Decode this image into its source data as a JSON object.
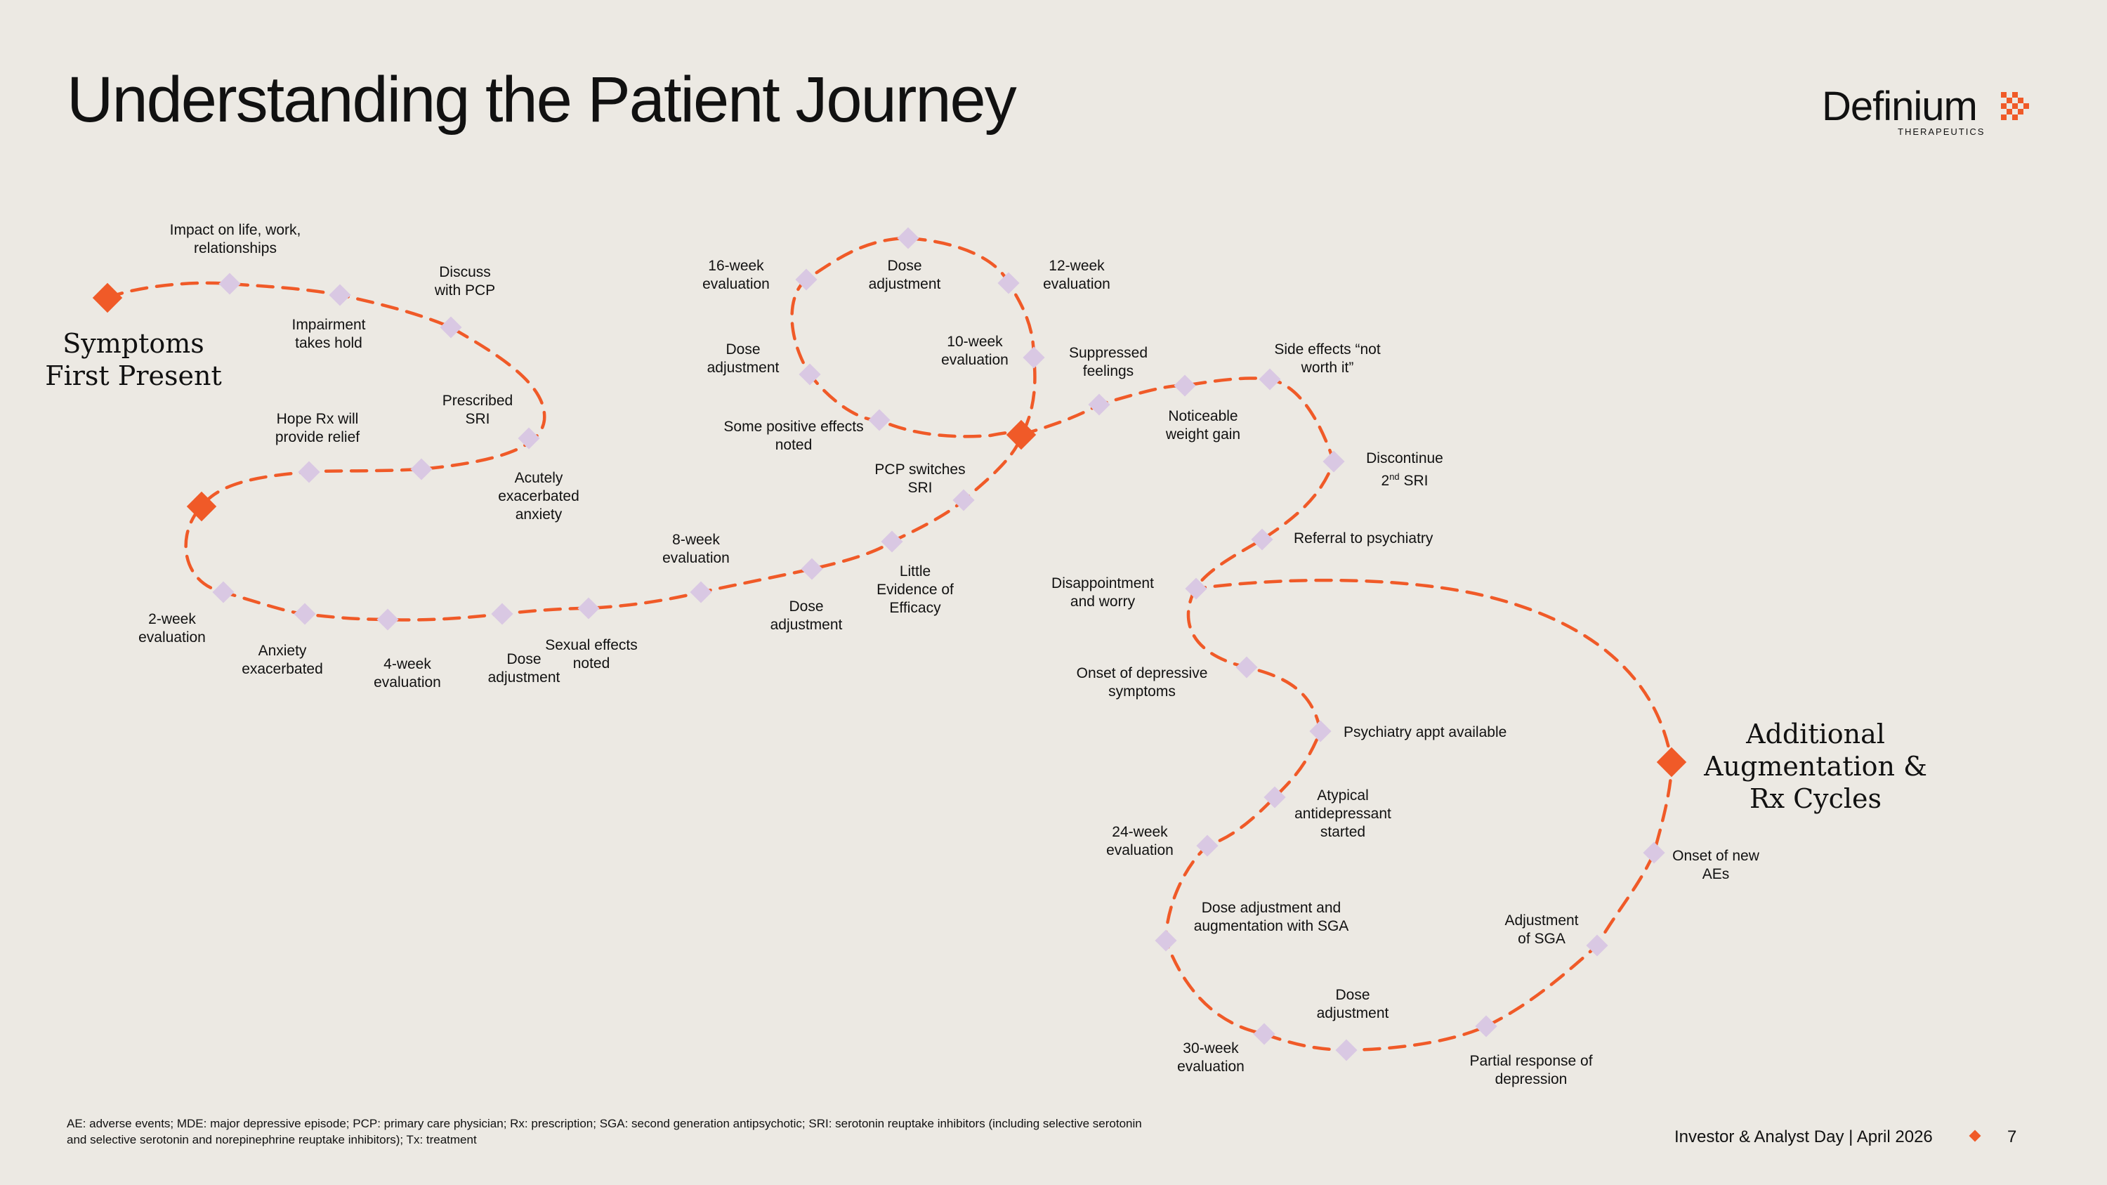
{
  "title": "Understanding the Patient Journey",
  "brand": {
    "name": "Definium",
    "sub": "THERAPEUTICS",
    "accent": "#F05A28"
  },
  "colors": {
    "path": "#F05A28",
    "milestone": "#F05A28",
    "step": "#D9C8E3"
  },
  "milestones": {
    "start": "Symptoms\nFirst Present",
    "end": "Additional\nAugmentation &\nRx Cycles"
  },
  "steps": {
    "impact": "Impact on life, work,\nrelationships",
    "impairment": "Impairment\ntakes hold",
    "discuss_pcp": "Discuss\nwith PCP",
    "prescribed_sri": "Prescribed\nSRI",
    "acutely": "Acutely\nexacerbated\nanxiety",
    "hope_rx": "Hope Rx will\nprovide relief",
    "two_week": "2-week\nevaluation",
    "anxiety_exac": "Anxiety\nexacerbated",
    "four_week": "4-week\nevaluation",
    "dose_adj_1": "Dose\nadjustment",
    "sexual_effects": "Sexual effects\nnoted",
    "eight_week": "8-week\nevaluation",
    "dose_adj_2": "Dose\nadjustment",
    "little_evidence": "Little\nEvidence of\nEfficacy",
    "pcp_switches": "PCP switches\nSRI",
    "some_positive": "Some positive effects\nnoted",
    "dose_adj_3": "Dose\nadjustment",
    "sixteen_week": "16-week\nevaluation",
    "dose_adj_top": "Dose\nadjustment",
    "twelve_week": "12-week\nevaluation",
    "ten_week": "10-week\nevaluation",
    "suppressed": "Suppressed\nfeelings",
    "weight_gain": "Noticeable\nweight gain",
    "side_effects": "Side effects “not\nworth it”",
    "discontinue_prefix": "Discontinue",
    "discontinue_num": "2",
    "discontinue_sup": "nd",
    "discontinue_suffix": " SRI",
    "referral": "Referral to psychiatry",
    "disappointment": "Disappointment\nand worry",
    "onset_depressive": "Onset of depressive\nsymptoms",
    "psychiatry_appt": "Psychiatry appt available",
    "atypical": "Atypical\nantidepressant\nstarted",
    "twentyfour_week": "24-week\nevaluation",
    "dose_aug_sga": "Dose adjustment and\naugmentation with SGA",
    "thirty_week": "30-week\nevaluation",
    "dose_adj_4": "Dose\nadjustment",
    "partial_response": "Partial response of\ndepression",
    "adjustment_sga": "Adjustment\nof SGA",
    "onset_new_aes": "Onset of new\nAEs"
  },
  "footnote": "AE: adverse events; MDE: major depressive episode; PCP: primary care physician; Rx: prescription; SGA: second generation antipsychotic; SRI: serotonin reuptake inhibitors (including selective serotonin and selective serotonin and norepinephrine reuptake inhibitors); Tx: treatment",
  "footer": {
    "event": "Investor & Analyst Day | April 2026",
    "page": "7"
  }
}
